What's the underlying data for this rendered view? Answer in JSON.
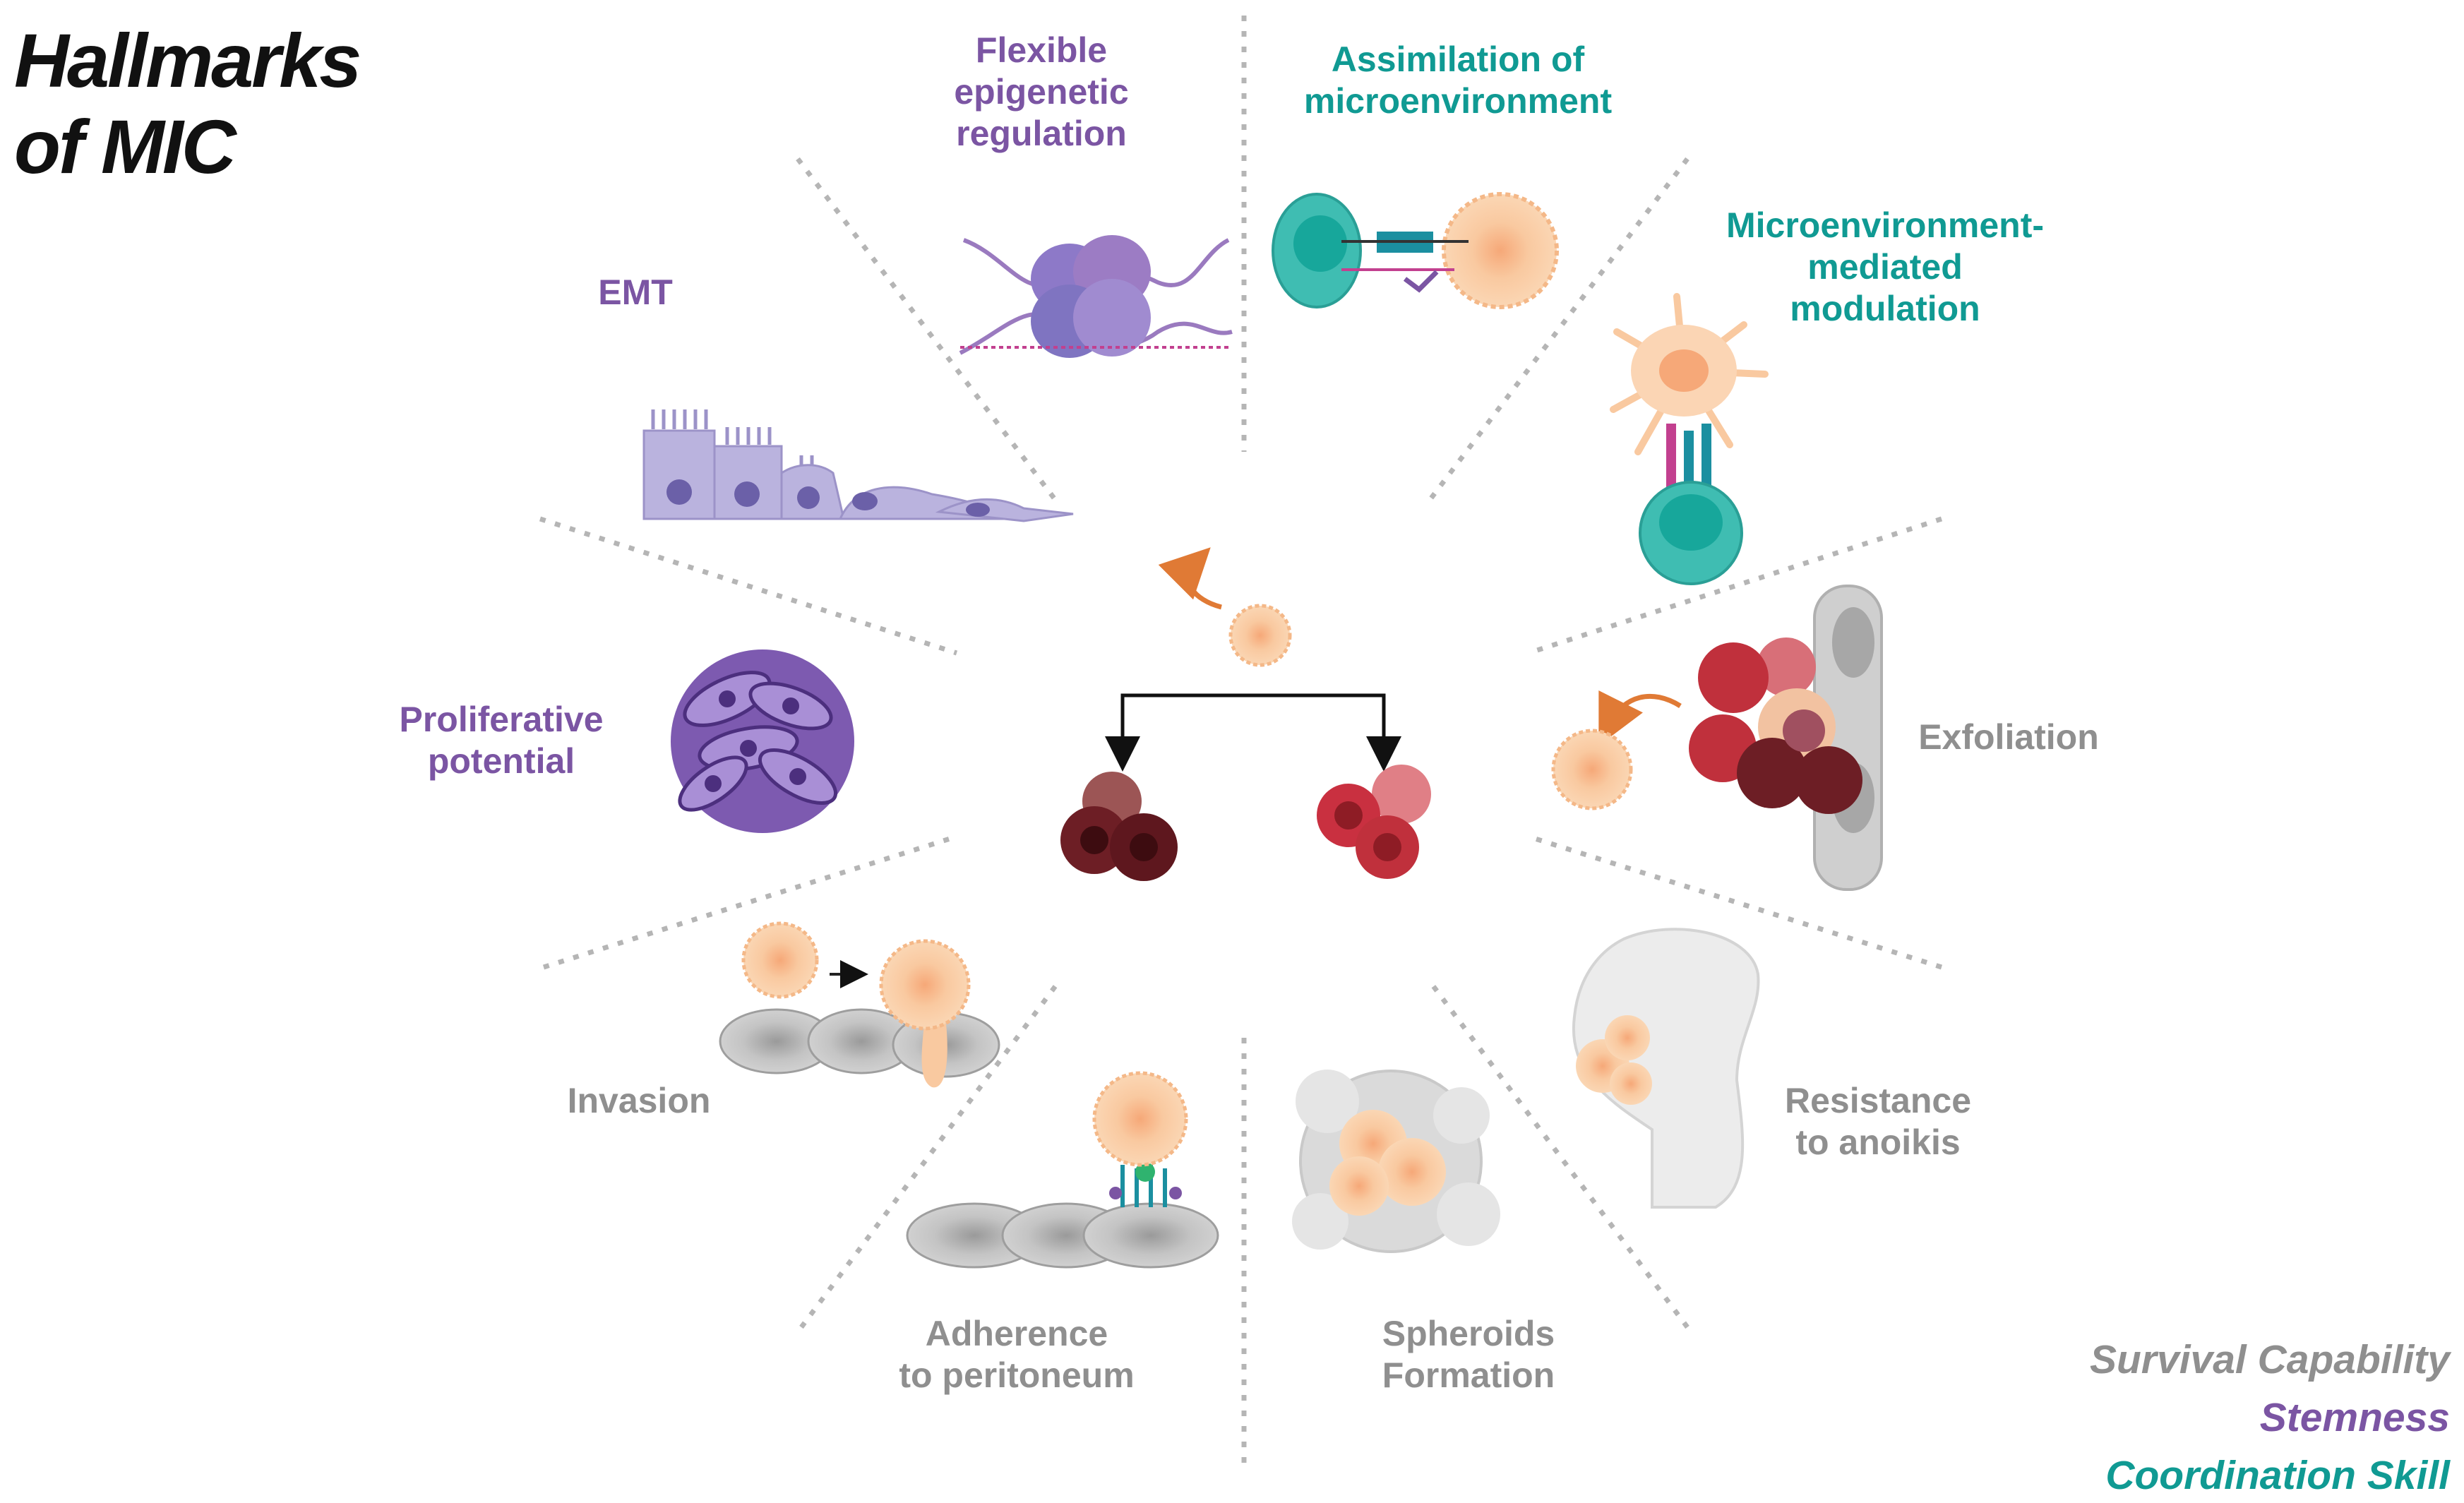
{
  "title": {
    "line1": "Hallmarks",
    "line2": "of MIC"
  },
  "colors": {
    "stemness": "#7b55a3",
    "coordination": "#109a93",
    "survival": "#8f8f8f",
    "tumor_peach": "#f9c9a0",
    "tumor_red": "#c93040",
    "tumor_dark": "#7a1f25"
  },
  "hallmarks": {
    "flexible_epigenetic": {
      "line1": "Flexible",
      "line2": "epigenetic",
      "line3": "regulation",
      "category": "stemness"
    },
    "assimilation": {
      "line1": "Assimilation of",
      "line2": "microenvironment",
      "category": "coordination"
    },
    "microenv_modulation": {
      "line1": "Microenvironment-",
      "line2": "mediated",
      "line3": "modulation",
      "category": "coordination"
    },
    "emt": {
      "line1": "EMT",
      "category": "stemness"
    },
    "proliferative": {
      "line1": "Proliferative",
      "line2": "potential",
      "category": "stemness"
    },
    "exfoliation": {
      "line1": "Exfoliation",
      "category": "survival"
    },
    "invasion": {
      "line1": "Invasion",
      "category": "survival"
    },
    "resistance": {
      "line1": "Resistance",
      "line2": "to anoikis",
      "category": "survival"
    },
    "adherence": {
      "line1": "Adherence",
      "line2": "to peritoneum",
      "category": "survival"
    },
    "spheroids": {
      "line1": "Spheroids",
      "line2": "Formation",
      "category": "survival"
    }
  },
  "legend": {
    "survival": "Survival Capability",
    "stemness": "Stemness",
    "coordination": "Coordination Skill"
  },
  "icons": [
    "self-renewal-arrow-icon",
    "nucleosome-icon",
    "cell-interaction-icon",
    "dendritic-cell-icon",
    "emt-epithelium-icon",
    "cell-cluster-icon",
    "exfoliation-icon",
    "invasion-icon",
    "resistance-body-icon",
    "adherence-icon",
    "spheroid-icon"
  ]
}
